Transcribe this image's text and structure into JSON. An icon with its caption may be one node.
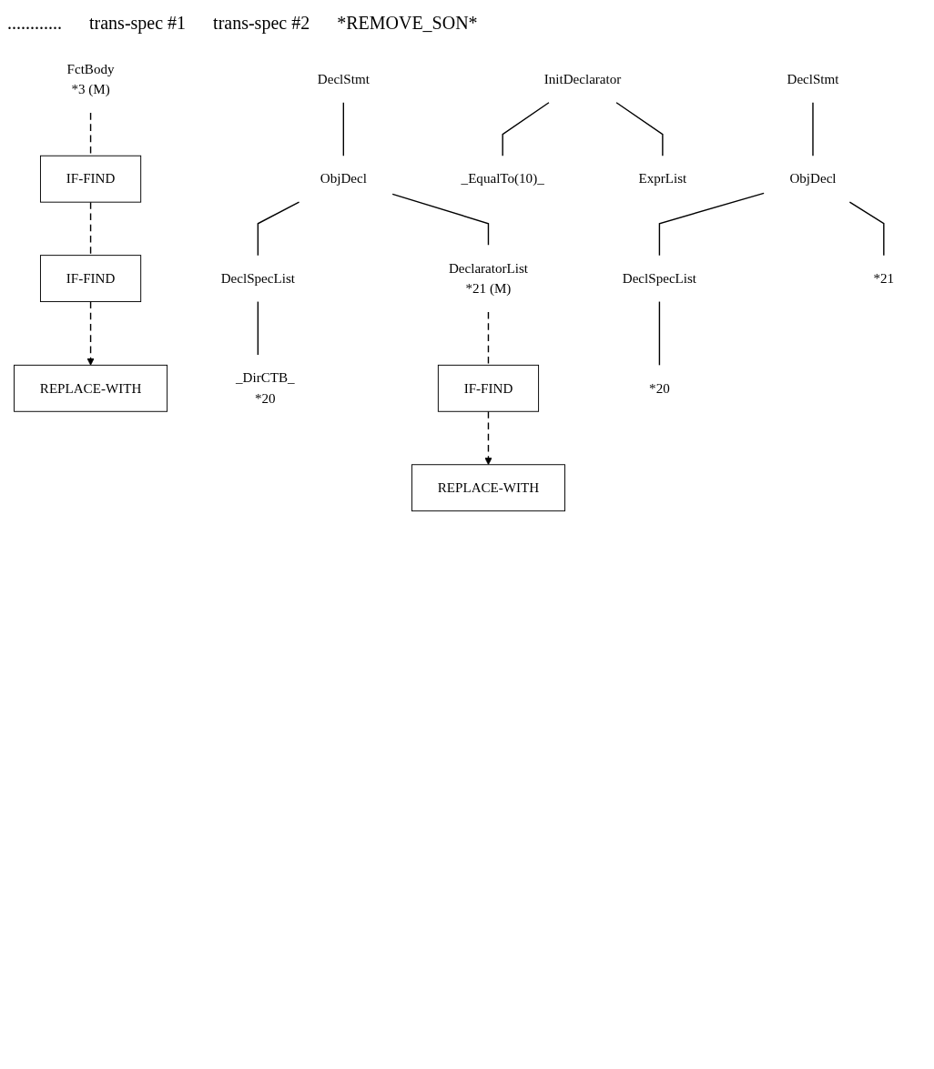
{
  "diagram": {
    "nodes": [
      {
        "text": [
          "FctBody",
          "*3 (M)"
        ]
      },
      {
        "text": [
          "IF-FIND"
        ]
      },
      {
        "text": [
          "IF-FIND"
        ]
      },
      {
        "text": [
          "REPLACE-WITH"
        ]
      },
      {
        "text": [
          "DeclStmt"
        ]
      },
      {
        "text": [
          "ObjDecl"
        ]
      },
      {
        "text": [
          "DeclSpecList"
        ]
      },
      {
        "text": [
          "_DirCTB_",
          "*20"
        ]
      },
      {
        "text": [
          "DeclaratorList",
          "*21 (M)"
        ]
      },
      {
        "text": [
          "IF-FIND"
        ]
      },
      {
        "text": [
          "REPLACE-WITH"
        ]
      },
      {
        "text": [
          "InitDeclarator"
        ]
      },
      {
        "text": [
          "_EqualTo(10)_"
        ]
      },
      {
        "text": [
          "ExprList"
        ]
      },
      {
        "text": [
          "DeclStmt"
        ]
      },
      {
        "text": [
          "ObjDecl"
        ]
      },
      {
        "text": [
          "DeclSpecList"
        ]
      },
      {
        "text": [
          "*21"
        ]
      },
      {
        "text": [
          "*20"
        ]
      }
    ],
    "edges": [
      {
        "from": 0,
        "to": 1,
        "arrow": "none",
        "style": "dashed"
      },
      {
        "from": 1,
        "to": 2,
        "arrow": "none",
        "style": "dashed"
      },
      {
        "from": 2,
        "to": 3,
        "arrow": "to",
        "style": "dashed"
      },
      {
        "from": 4,
        "to": 5,
        "arrow": "none"
      },
      {
        "from": 5,
        "to": 6,
        "arrow": "none"
      },
      {
        "from": 5,
        "to": 8,
        "arrow": "none"
      },
      {
        "from": 6,
        "to": 7,
        "arrow": "none"
      },
      {
        "from": 8,
        "to": 9,
        "arrow": "none",
        "style": "dashed"
      },
      {
        "from": 9,
        "to": 10,
        "arrow": "to",
        "style": "dashed"
      },
      {
        "from": 11,
        "to": 12,
        "arrow": "none"
      },
      {
        "from": 11,
        "to": 13,
        "arrow": "none"
      },
      {
        "from": 14,
        "to": 15,
        "arrow": "none"
      },
      {
        "from": 15,
        "to": 16,
        "arrow": "none"
      },
      {
        "from": 15,
        "to": 17,
        "arrow": "none"
      },
      {
        "from": 16,
        "to": 18,
        "arrow": "none"
      }
    ],
    "labels": [
      "............",
      "trans-spec #1",
      "trans-spec #2",
      "*REMOVE_SON*"
    ]
  }
}
